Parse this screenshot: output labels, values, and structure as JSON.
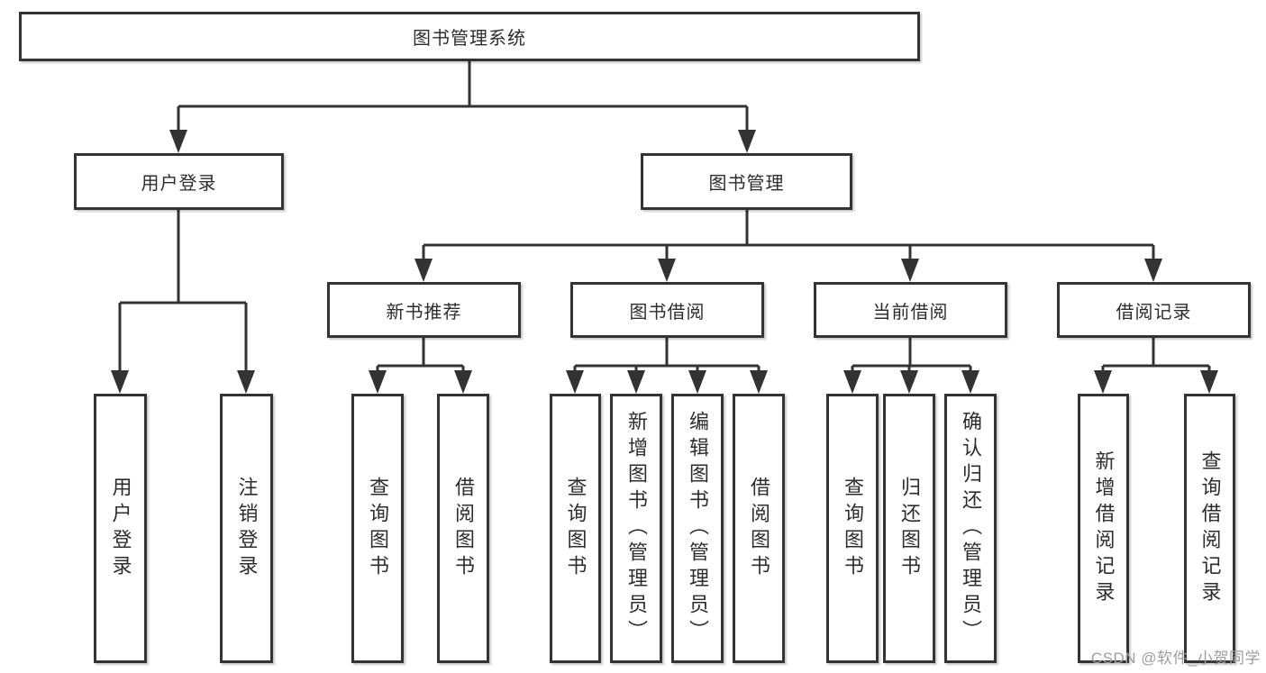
{
  "diagram": {
    "root": {
      "label": "图书管理系统"
    },
    "branches": [
      {
        "label": "用户登录",
        "children": [
          {
            "label": "用户登录"
          },
          {
            "label": "注销登录"
          }
        ]
      },
      {
        "label": "图书管理",
        "children": [
          {
            "label": "新书推荐",
            "children": [
              {
                "label": "查询图书"
              },
              {
                "label": "借阅图书"
              }
            ]
          },
          {
            "label": "图书借阅",
            "children": [
              {
                "label": "查询图书"
              },
              {
                "label": "新增图书（管理员）"
              },
              {
                "label": "编辑图书（管理员）"
              },
              {
                "label": "借阅图书"
              }
            ]
          },
          {
            "label": "当前借阅",
            "children": [
              {
                "label": "查询图书"
              },
              {
                "label": "归还图书"
              },
              {
                "label": "确认归还（管理员）"
              }
            ]
          },
          {
            "label": "借阅记录",
            "children": [
              {
                "label": "新增借阅记录"
              },
              {
                "label": "查询借阅记录"
              }
            ]
          }
        ]
      }
    ],
    "colors": {
      "line": "#333333",
      "box_border": "#333333",
      "box_fill": "#ffffff",
      "text": "#2d2d2d",
      "watermark": "#9e9ea2"
    }
  },
  "watermark": {
    "text": "CSDN @软件_小贺同学"
  }
}
